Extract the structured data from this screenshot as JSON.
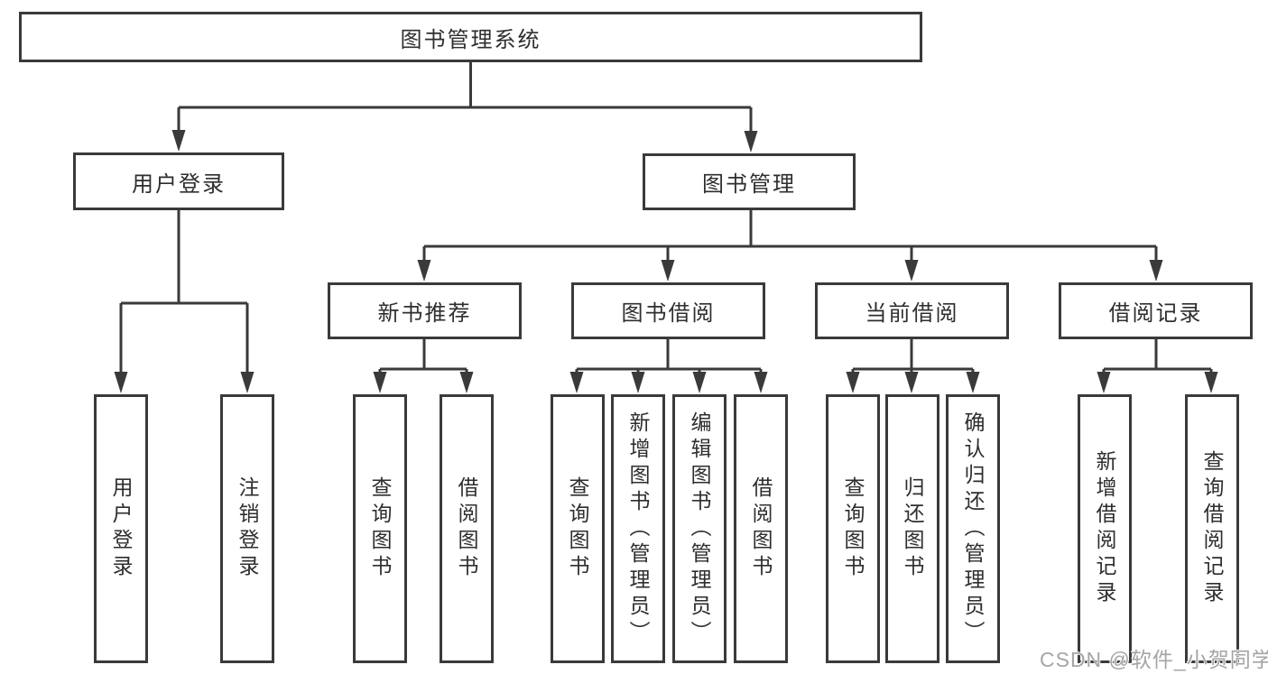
{
  "diagram": {
    "root": {
      "label": "图书管理系统"
    },
    "branches": [
      {
        "label": "用户登录",
        "children": [
          {
            "label": "用户登录"
          },
          {
            "label": "注销登录"
          }
        ]
      },
      {
        "label": "图书管理",
        "children": [
          {
            "label": "新书推荐",
            "children": [
              {
                "label": "查询图书"
              },
              {
                "label": "借阅图书"
              }
            ]
          },
          {
            "label": "图书借阅",
            "children": [
              {
                "label": "查询图书"
              },
              {
                "label": "新增图书（管理员）"
              },
              {
                "label": "编辑图书（管理员）"
              },
              {
                "label": "借阅图书"
              }
            ]
          },
          {
            "label": "当前借阅",
            "children": [
              {
                "label": "查询图书"
              },
              {
                "label": "归还图书"
              },
              {
                "label": "确认归还（管理员）"
              }
            ]
          },
          {
            "label": "借阅记录",
            "children": [
              {
                "label": "新增借阅记录"
              },
              {
                "label": "查询借阅记录"
              }
            ]
          }
        ]
      }
    ]
  },
  "watermark": {
    "text": "CSDN @软件_小贺同学"
  },
  "colors": {
    "line": "#3a3a3a",
    "border": "#3a3a3a",
    "text": "#2e2e2e",
    "watermark": "#a5a5a5",
    "background": "#ffffff"
  }
}
